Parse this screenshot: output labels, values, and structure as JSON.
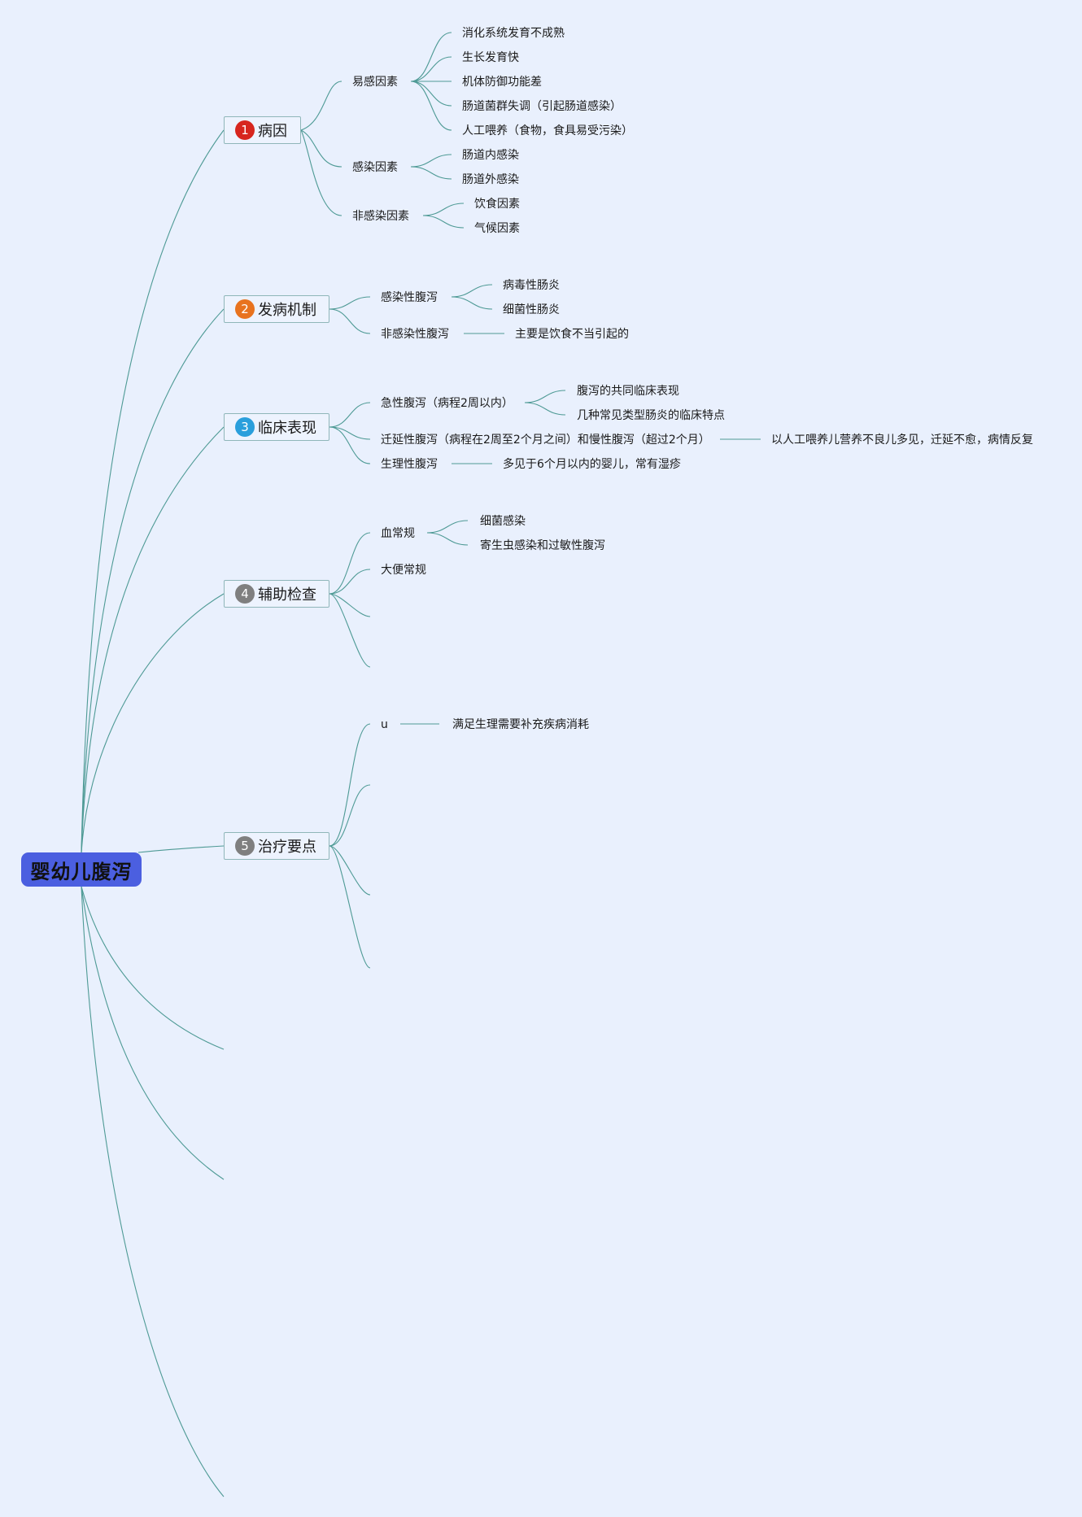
{
  "root": {
    "title": "婴幼儿腹泻"
  },
  "colors": {
    "background": "#e9f0fd",
    "root_fill": "#4b5fe0",
    "link": "#4e9a95",
    "badge_1": "#d7261e",
    "badge_2": "#e8731f",
    "badge_3": "#2a9fdc",
    "badge_4": "#7f7f7f",
    "badge_5": "#7f7f7f"
  },
  "branches": [
    {
      "number": "1",
      "title": "病因",
      "children": [
        {
          "label": "易感因素",
          "children": [
            "消化系统发育不成熟",
            "生长发育快",
            "机体防御功能差",
            "肠道菌群失调（引起肠道感染）",
            "人工喂养（食物，食具易受污染）"
          ]
        },
        {
          "label": "感染因素",
          "children": [
            "肠道内感染",
            "肠道外感染"
          ]
        },
        {
          "label": "非感染因素",
          "children": [
            "饮食因素",
            "气候因素"
          ]
        }
      ]
    },
    {
      "number": "2",
      "title": "发病机制",
      "children": [
        {
          "label": "感染性腹泻",
          "children": [
            "病毒性肠炎",
            "细菌性肠炎"
          ]
        },
        {
          "label": "非感染性腹泻",
          "children": [
            "主要是饮食不当引起的"
          ]
        }
      ]
    },
    {
      "number": "3",
      "title": "临床表现",
      "children": [
        {
          "label": "急性腹泻（病程2周以内）",
          "children": [
            "腹泻的共同临床表现",
            "几种常见类型肠炎的临床特点"
          ]
        },
        {
          "label": "迁延性腹泻（病程在2周至2个月之间）和慢性腹泻（超过2个月）",
          "children": [
            "以人工喂养儿营养不良儿多见，迁延不愈，病情反复"
          ]
        },
        {
          "label": "生理性腹泻",
          "children": [
            "多见于6个月以内的婴儿，常有湿疹"
          ]
        }
      ]
    },
    {
      "number": "4",
      "title": "辅助检查",
      "children": [
        {
          "label": "血常规",
          "children": [
            "细菌感染",
            "寄生虫感染和过敏性腹泻"
          ]
        },
        {
          "label": "大便常规",
          "children": []
        }
      ]
    },
    {
      "number": "5",
      "title": "治疗要点",
      "children": [
        {
          "label": "u",
          "children": [
            "满足生理需要补充疾病消耗"
          ]
        }
      ]
    }
  ]
}
